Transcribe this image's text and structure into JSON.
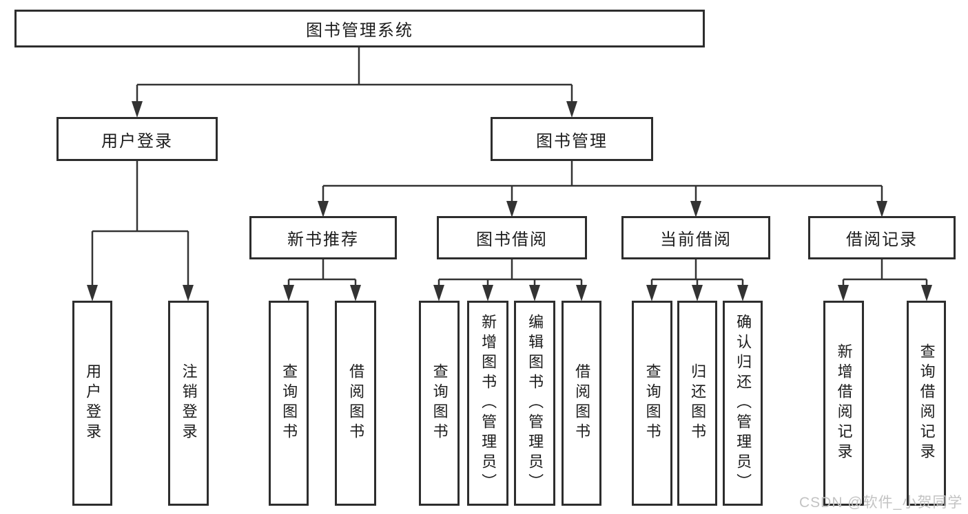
{
  "tree": {
    "root": {
      "label": "图书管理系统"
    },
    "branches": [
      {
        "label": "用户登录",
        "children": [
          {
            "label": "用户登录"
          },
          {
            "label": "注销登录"
          }
        ]
      },
      {
        "label": "图书管理",
        "children": [
          {
            "label": "新书推荐",
            "children": [
              {
                "label": "查询图书"
              },
              {
                "label": "借阅图书"
              }
            ]
          },
          {
            "label": "图书借阅",
            "children": [
              {
                "label": "查询图书"
              },
              {
                "label": "新增图书（管理员）"
              },
              {
                "label": "编辑图书（管理员）"
              },
              {
                "label": "借阅图书"
              }
            ]
          },
          {
            "label": "当前借阅",
            "children": [
              {
                "label": "查询图书"
              },
              {
                "label": "归还图书"
              },
              {
                "label": "确认归还（管理员）"
              }
            ]
          },
          {
            "label": "借阅记录",
            "children": [
              {
                "label": "新增借阅记录"
              },
              {
                "label": "查询借阅记录"
              }
            ]
          }
        ]
      }
    ]
  },
  "watermark": {
    "text": "CSDN @软件_小贺同学"
  },
  "colors": {
    "line": "#333333",
    "box_border": "#2d2d2d",
    "text": "#1c1c1c",
    "watermark": "#c3c3c3",
    "background": "#ffffff"
  }
}
